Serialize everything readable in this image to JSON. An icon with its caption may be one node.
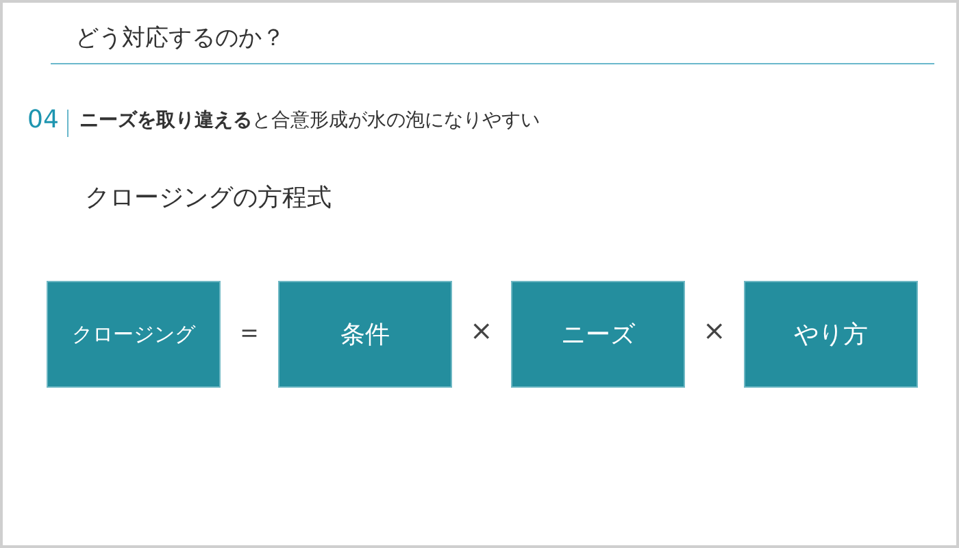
{
  "diagram": {
    "title": "どう対応するのか？",
    "nodes": [
      {
        "text": [
          "クロージング"
        ]
      },
      {
        "text": [
          "条件"
        ]
      },
      {
        "text": [
          "ニーズ"
        ]
      },
      {
        "text": [
          "やり方"
        ]
      }
    ],
    "labels": [
      "04",
      "**ニーズを取り違える**と合意形成が水の泡になりやすい",
      "クロージングの方程式",
      "＝",
      "×",
      "×"
    ]
  }
}
